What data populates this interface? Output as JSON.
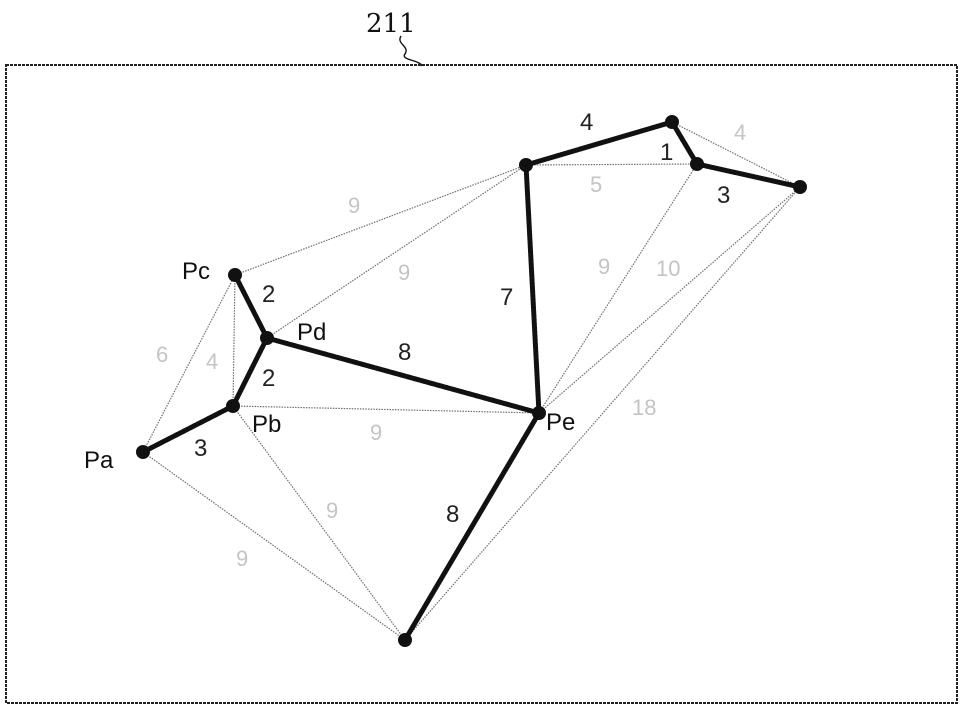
{
  "figure": {
    "reference_numeral": "211",
    "nodes": [
      {
        "id": "Pa",
        "label": "Pa"
      },
      {
        "id": "Pb",
        "label": "Pb"
      },
      {
        "id": "Pc",
        "label": "Pc"
      },
      {
        "id": "Pd",
        "label": "Pd"
      },
      {
        "id": "Pe",
        "label": "Pe"
      },
      {
        "id": "B",
        "label": ""
      },
      {
        "id": "T1",
        "label": ""
      },
      {
        "id": "T2",
        "label": ""
      },
      {
        "id": "T3",
        "label": ""
      },
      {
        "id": "R",
        "label": ""
      }
    ],
    "edges": [
      {
        "from": "Pa",
        "to": "Pb",
        "weight": "3",
        "style": "bold"
      },
      {
        "from": "Pb",
        "to": "Pd",
        "weight": "2",
        "style": "bold"
      },
      {
        "from": "Pc",
        "to": "Pd",
        "weight": "2",
        "style": "bold"
      },
      {
        "from": "Pd",
        "to": "Pe",
        "weight": "8",
        "style": "bold"
      },
      {
        "from": "Pe",
        "to": "B",
        "weight": "8",
        "style": "bold"
      },
      {
        "from": "Pe",
        "to": "T1",
        "weight": "7",
        "style": "bold"
      },
      {
        "from": "T1",
        "to": "T2",
        "weight": "4",
        "style": "bold"
      },
      {
        "from": "T2",
        "to": "T3",
        "weight": "1",
        "style": "bold"
      },
      {
        "from": "T3",
        "to": "R",
        "weight": "3",
        "style": "bold"
      },
      {
        "from": "Pa",
        "to": "Pc",
        "weight": "6",
        "style": "thin"
      },
      {
        "from": "Pc",
        "to": "Pb",
        "weight": "4",
        "style": "thin"
      },
      {
        "from": "Pc",
        "to": "T1",
        "weight": "9",
        "style": "thin"
      },
      {
        "from": "Pd",
        "to": "T1",
        "weight": "9",
        "style": "thin"
      },
      {
        "from": "Pb",
        "to": "Pe",
        "weight": "9",
        "style": "thin"
      },
      {
        "from": "Pb",
        "to": "B",
        "weight": "9",
        "style": "thin"
      },
      {
        "from": "Pa",
        "to": "B",
        "weight": "9",
        "style": "thin"
      },
      {
        "from": "T1",
        "to": "T3",
        "weight": "5",
        "style": "thin"
      },
      {
        "from": "T2",
        "to": "R",
        "weight": "4",
        "style": "thin"
      },
      {
        "from": "Pe",
        "to": "T3",
        "weight": "9",
        "style": "thin"
      },
      {
        "from": "Pe",
        "to": "R",
        "weight": "10",
        "style": "thin"
      },
      {
        "from": "B",
        "to": "R",
        "weight": "18",
        "style": "thin"
      }
    ]
  }
}
